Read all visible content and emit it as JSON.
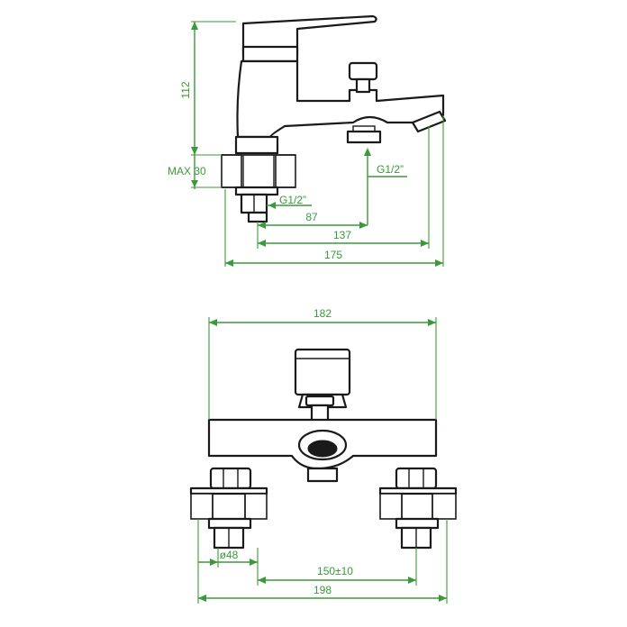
{
  "colors": {
    "dimension_line": "#3a9a3a",
    "outline": "#1a1a1a",
    "background": "#ffffff"
  },
  "side_view": {
    "height_label": "112",
    "max_label": "MAX 30",
    "inlet_thread_label": "G1/2”",
    "outlet_thread_label": "G1/2”",
    "dim_87": "87",
    "dim_137": "137",
    "dim_175": "175"
  },
  "front_view": {
    "width_top": "182",
    "diameter_label": "ø48",
    "center_distance": "150±10",
    "total_width": "198"
  }
}
